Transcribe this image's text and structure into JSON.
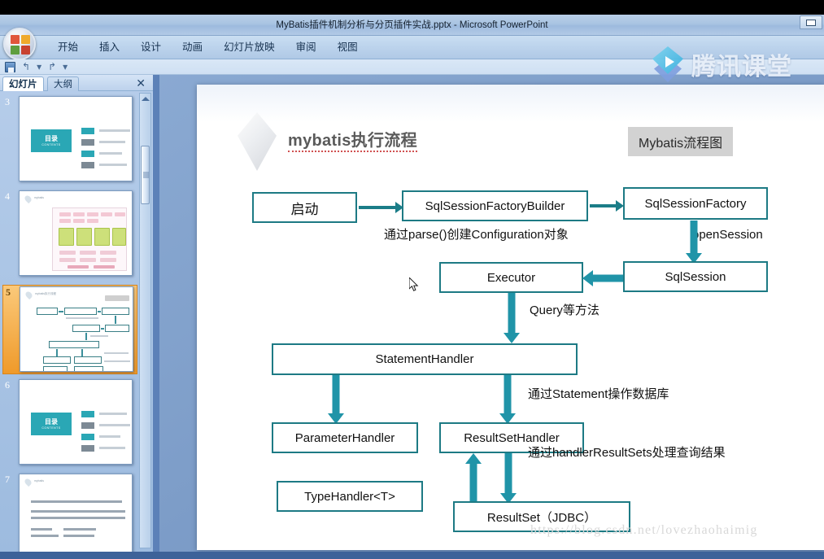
{
  "window": {
    "title": "MyBatis插件机制分析与分页插件实战.pptx  -  Microsoft PowerPoint",
    "app_name": "Microsoft PowerPoint",
    "restore_button": "restore"
  },
  "ribbon": {
    "tabs": [
      {
        "label": "开始"
      },
      {
        "label": "插入"
      },
      {
        "label": "设计"
      },
      {
        "label": "动画"
      },
      {
        "label": "幻灯片放映"
      },
      {
        "label": "审阅"
      },
      {
        "label": "视图"
      }
    ]
  },
  "quick_access": {
    "save": "保存",
    "undo": "↰",
    "undo_caret": "▾",
    "redo": "↱",
    "customize": "▾"
  },
  "left_pane": {
    "tabs": [
      {
        "label": "幻灯片",
        "active": true
      },
      {
        "label": "大纲",
        "active": false
      }
    ],
    "close_label": "✕",
    "thumbnails": [
      {
        "number": "3",
        "selected": false,
        "kind": "toc"
      },
      {
        "number": "4",
        "selected": false,
        "kind": "matrix"
      },
      {
        "number": "5",
        "selected": true,
        "kind": "flow"
      },
      {
        "number": "6",
        "selected": false,
        "kind": "toc2"
      },
      {
        "number": "7",
        "selected": false,
        "kind": "text"
      }
    ]
  },
  "slide": {
    "title": "mybatis执行流程",
    "corner_label": "Mybatis流程图",
    "watermark": "https://blog.csdn.net/lovezhaohaimig",
    "boxes": [
      {
        "id": "start",
        "label": "启动"
      },
      {
        "id": "builder",
        "label": "SqlSessionFactoryBuilder"
      },
      {
        "id": "factory",
        "label": "SqlSessionFactory"
      },
      {
        "id": "executor",
        "label": "Executor"
      },
      {
        "id": "sqlsession",
        "label": "SqlSession"
      },
      {
        "id": "stmthandler",
        "label": "StatementHandler"
      },
      {
        "id": "paramhandler",
        "label": "ParameterHandler"
      },
      {
        "id": "rshandler",
        "label": "ResultSetHandler"
      },
      {
        "id": "typehandler",
        "label": "TypeHandler<T>"
      },
      {
        "id": "resultset",
        "label": "ResultSet（JDBC）"
      }
    ],
    "edge_labels": [
      {
        "id": "parse",
        "text": "通过parse()创建Configuration对象"
      },
      {
        "id": "opensess",
        "text": "openSession"
      },
      {
        "id": "query",
        "text": "Query等方法"
      },
      {
        "id": "statement",
        "text": "通过Statement操作数据库"
      },
      {
        "id": "handlerrs",
        "text": "通过handlerResultSets处理查询结果"
      }
    ]
  },
  "overlay": {
    "brand_text": "腾讯课堂"
  },
  "colors": {
    "box_border": "#1d7a84",
    "arrow": "#2094a8",
    "corner_label_bg": "#d2d2d2",
    "selection": "#ef9a2a",
    "title_text": "#5a5a5a"
  }
}
